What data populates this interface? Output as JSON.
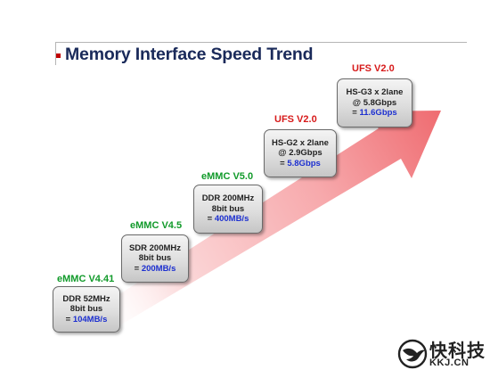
{
  "title": "Memory Interface Speed Trend",
  "stages": [
    {
      "version": "eMMC V4.41",
      "family": "emmc",
      "line1": "DDR 52MHz",
      "line2": "8bit bus",
      "prefix": "= ",
      "speed": "104MB/s"
    },
    {
      "version": "eMMC V4.5",
      "family": "emmc",
      "line1": "SDR 200MHz",
      "line2": "8bit bus",
      "prefix": "= ",
      "speed": "200MB/s"
    },
    {
      "version": "eMMC V5.0",
      "family": "emmc",
      "line1": "DDR 200MHz",
      "line2": "8bit bus",
      "prefix": "= ",
      "speed": "400MB/s"
    },
    {
      "version": "UFS V2.0",
      "family": "ufs",
      "line1": "HS-G2 x 2lane",
      "line2": "@ 2.9Gbps",
      "prefix": "= ",
      "speed": "5.8Gbps"
    },
    {
      "version": "UFS V2.0",
      "family": "ufs",
      "line1": "HS-G3 x 2lane",
      "line2": "@ 5.8Gbps",
      "prefix": "= ",
      "speed": "11.6Gbps"
    }
  ],
  "colors": {
    "emmc_version": "#119a2a",
    "ufs_version": "#d71a1a",
    "speed_text": "#1c2fd0",
    "title_text": "#1a2a5a",
    "arrow_tip": "#ef6d72"
  },
  "watermark": {
    "cn": "快科技",
    "en": "KKJ.CN",
    "icon": "bird-logo-icon"
  }
}
